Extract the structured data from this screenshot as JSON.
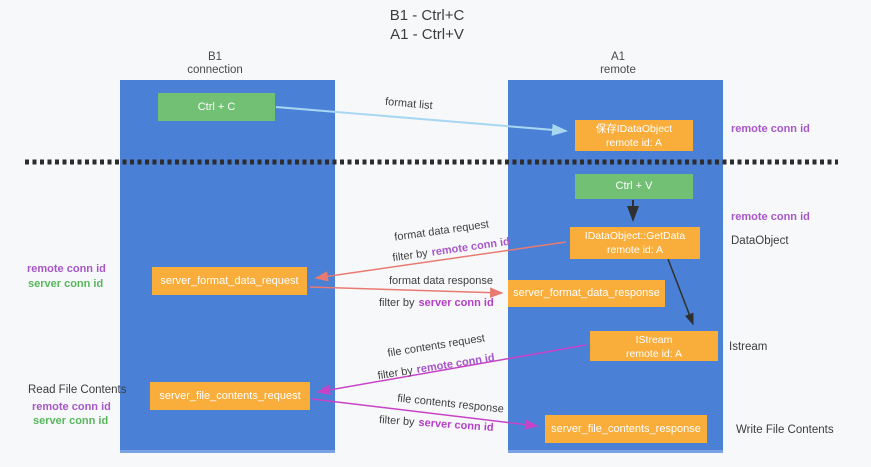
{
  "title": {
    "line1": "B1 - Ctrl+C",
    "line2": "A1 - Ctrl+V"
  },
  "lanes": {
    "left": {
      "name": "B1",
      "role": "connection"
    },
    "right": {
      "name": "A1",
      "role": "remote"
    }
  },
  "nodes": {
    "ctrl_c": {
      "label": "Ctrl + C"
    },
    "ctrl_v": {
      "label": "Ctrl + V"
    },
    "save_idataobject": {
      "line1": "保存IDataObject",
      "line2": "remote id: A"
    },
    "idataobject_getdata": {
      "line1": "IDataObject::GetData",
      "line2": "remote id: A"
    },
    "istream": {
      "line1": "IStream",
      "line2": "remote id: A"
    },
    "server_format_data_request": {
      "label": "server_format_data_request"
    },
    "server_format_data_response": {
      "label": "server_format_data_response"
    },
    "server_file_contents_request": {
      "label": "server_file_contents_request"
    },
    "server_file_contents_response": {
      "label": "server_file_contents_response"
    }
  },
  "annotations": {
    "right_remote_conn_id_top": "remote conn id",
    "right_remote_conn_id_mid": "remote conn id",
    "right_dataobject": "DataObject",
    "right_istream": "Istream",
    "right_write_file_contents": "Write File Contents",
    "left_remote_conn_id_1": "remote conn id",
    "left_server_conn_id_1": "server conn id",
    "left_read_file_contents": "Read File Contents",
    "left_remote_conn_id_2": "remote conn id",
    "left_server_conn_id_2": "server conn id"
  },
  "arrow_labels": {
    "format_list": "format list",
    "format_data_request": "format data request",
    "format_data_response": "format data response",
    "file_contents_request": "file contents request",
    "file_contents_response": "file contents response",
    "filter_by": "filter by",
    "remote_conn_id": "remote conn id",
    "server_conn_id": "server conn id"
  },
  "colors": {
    "lane_blue": "#4a80d5",
    "node_orange": "#f9ad3b",
    "node_green": "#72c073",
    "purple_label": "#a757c8",
    "green_label": "#57b75b",
    "magenta_label": "#b43fc6",
    "arrow_light_blue": "#a8d7f2",
    "arrow_salmon": "#e97a72",
    "arrow_magenta": "#c643c8",
    "arrow_black": "#303030",
    "dashed_divider": "#2d2d2d"
  }
}
